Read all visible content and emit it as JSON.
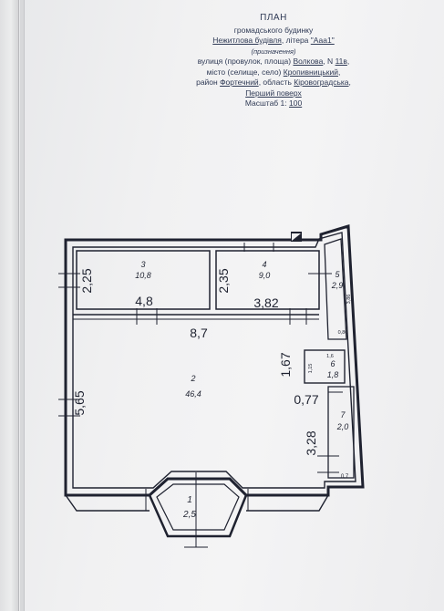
{
  "header": {
    "title": "ПЛАН",
    "subtitle": "громадського будинку",
    "designation_prefix": "Нежитлова будівля",
    "designation_mid": ", літера ",
    "designation_code": "\"Ааа1\"",
    "designation_note": "(призначення)",
    "street_prefix": "вулиця (провулок, площа) ",
    "street_name": "Волкова",
    "street_no_prefix": ", N ",
    "street_no": "11в",
    "street_end": ",",
    "city_prefix": "місто (селище, село) ",
    "city_name": "Кропивницький",
    "city_end": ",",
    "district_prefix": "район ",
    "district_name": "Фортечний",
    "region_prefix": ", область ",
    "region_name": "Кіровоградська",
    "region_end": ",",
    "floor": "Перший поверх",
    "scale_label": "Масштаб 1: ",
    "scale_value": "100"
  },
  "rooms": [
    {
      "number": "1",
      "area": "2,5"
    },
    {
      "number": "2",
      "area": "46,4"
    },
    {
      "number": "3",
      "area": "10,8"
    },
    {
      "number": "4",
      "area": "9,0"
    },
    {
      "number": "5",
      "area": "2,9"
    },
    {
      "number": "6",
      "area": "1,8"
    },
    {
      "number": "7",
      "area": "2,0"
    }
  ],
  "dimensions": {
    "r3_height": "2,25",
    "r3_width": "4,8",
    "r4_height": "2,35",
    "r4_width": "3,82",
    "hall_width": "8,7",
    "hall_height": "5,65",
    "right_a": "1,67",
    "right_b": "0,77",
    "right_c": "3,28",
    "r5_small": "3,86",
    "r5_bottom": "0,86",
    "r6_top": "1,6",
    "r6_side": "1,15",
    "r7_bottom": "0,7"
  }
}
